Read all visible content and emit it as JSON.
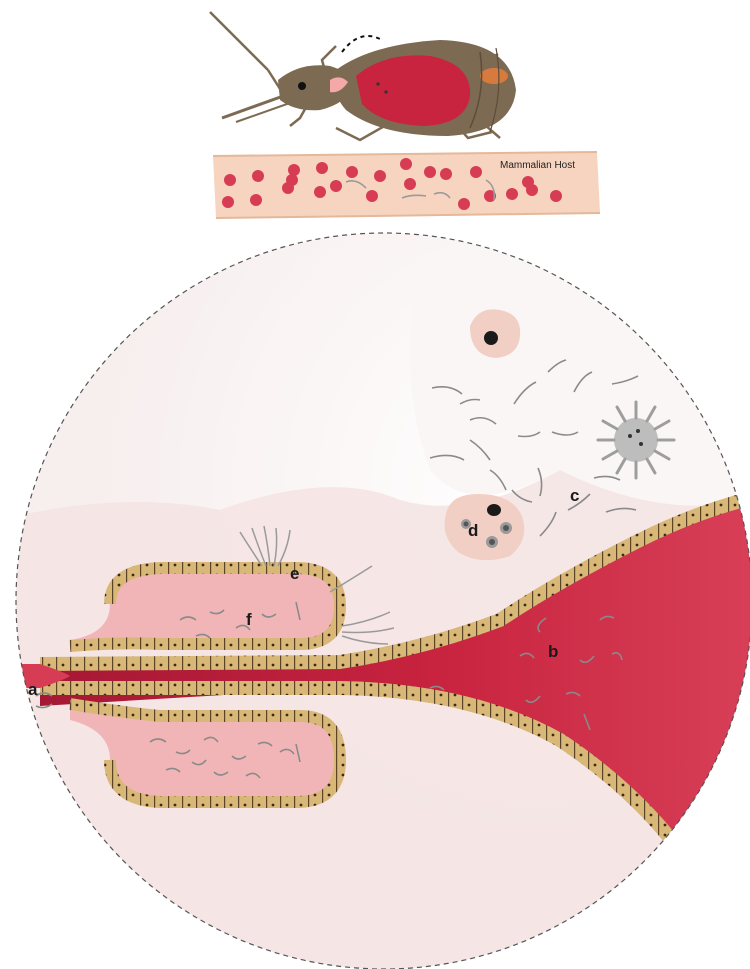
{
  "host_label": "Mammalian Host",
  "labels": {
    "a": "a",
    "b": "b",
    "c": "c",
    "d": "d",
    "e": "e",
    "f": "f"
  },
  "colors": {
    "tissue_red": "#c8233f",
    "lumen_pink": "#f2b5b7",
    "epithelium_tan": "#d9b877",
    "insect_brown": "#7d6a52",
    "background_pink": "#f7e6e6"
  },
  "icons": [
    "triatomine-bug-icon",
    "blood-vessel-icon",
    "trypanosome-icon",
    "host-cell-icon",
    "amoeboid-cell-icon"
  ]
}
